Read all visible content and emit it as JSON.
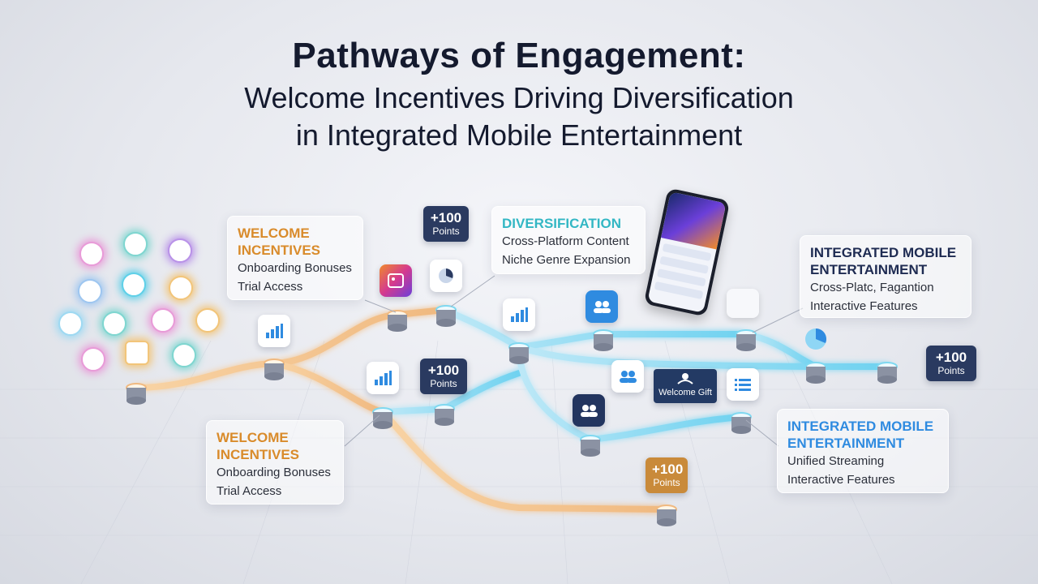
{
  "title": {
    "line1": "Pathways of Engagement:",
    "line2": "Welcome Incentives Driving Diversification",
    "line3": "in Integrated Mobile Entertainment"
  },
  "panels": {
    "welcome_top": {
      "heading": "WELCOME INCENTIVES",
      "items": [
        "Onboarding Bonuses",
        "Trial Access"
      ]
    },
    "diversification": {
      "heading": "DIVERSIFICATION",
      "items": [
        "Cross-Platform Content",
        "Niche Genre Expansion"
      ]
    },
    "integrated_top": {
      "heading": "INTEGRATED MOBILE ENTERTAINMENT",
      "items": [
        "Cross-Platc, Fagantion",
        "Interactive Features"
      ]
    },
    "welcome_bottom": {
      "heading": "WELCOME INCENTIVES",
      "items": [
        "Onboarding Bonuses",
        "Trial Access"
      ]
    },
    "integrated_bottom": {
      "heading": "INTEGRATED MOBILE ENTERTAINMENT",
      "items": [
        "Unified Streaming",
        "Interactive Features"
      ]
    }
  },
  "badges": [
    {
      "value": "+100",
      "unit": "Points"
    },
    {
      "value": "+100",
      "unit": "Points"
    },
    {
      "value": "+100",
      "unit": "Points"
    },
    {
      "value": "+100",
      "unit": "Points"
    }
  ],
  "gift_label": "Welcome Gift",
  "icons": [
    "bar-chart-icon",
    "pie-chart-icon",
    "users-icon",
    "list-icon",
    "image-icon"
  ],
  "colors": {
    "orange": "#d98b2b",
    "teal": "#33b7c4",
    "navy": "#1e2b52",
    "blue": "#2f8be0",
    "path_glow_warm": "#f6c48a",
    "path_glow_cool": "#7fd8f0"
  }
}
